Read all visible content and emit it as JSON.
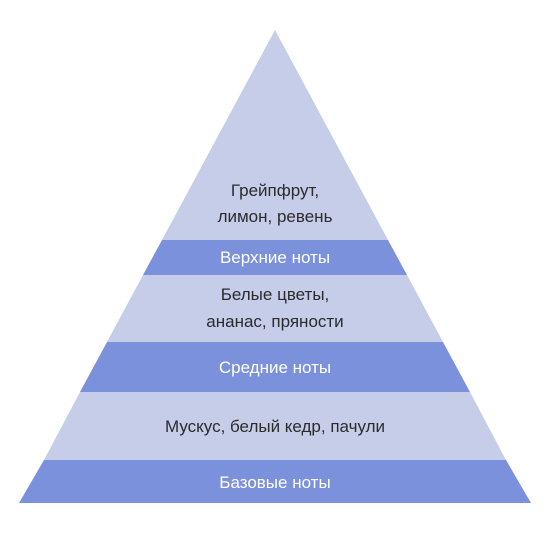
{
  "colors": {
    "background": "#ffffff",
    "section_fill": "#c5cde9",
    "band_fill": "#7b91db",
    "section_text": "#2b2b2b",
    "band_text": "#ffffff"
  },
  "pyramid": {
    "top": {
      "lines": [
        "Грейпфрут,",
        "лимон, ревень"
      ],
      "band_label": "Верхние ноты"
    },
    "middle": {
      "lines": [
        "Белые цветы,",
        "ананас, пряности"
      ],
      "band_label": "Средние ноты"
    },
    "base": {
      "lines": [
        "Мускус, белый кедр, пачули"
      ],
      "band_label": "Базовые ноты"
    }
  }
}
